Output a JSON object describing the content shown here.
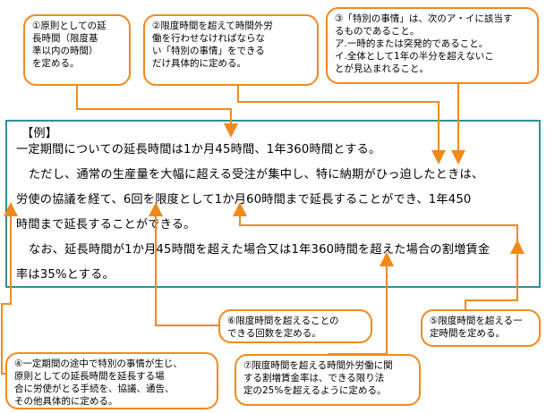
{
  "callouts": {
    "c1": "①原則としての延\n長時間（限度基\n準以内の時間）\nを定める。",
    "c2": "②限度時間を超えて時間外労\n働を行わせなければならな\nい「特別の事情」をできる\nだけ具体的に定める。",
    "c3": "③「特別の事情」は、次のア・イに該当す\nるものであること。\nア.一時的または突発的であること。\nイ.全体として1年の半分を超えないこ\nとが見込まれること。",
    "c4": "④一定期間の途中で特別の事情が生じ、\n原則としての延長時間を延長する場\n合に労使がとる手続を、協議、通告、\nその他具体的に定める。",
    "c5": "⑤限度時間を超える一\n定時間を定める。",
    "c6": "⑥限度時間を超えることの\nできる回数を定める。",
    "c7": "⑦限度時間を超える時間外労働に関\nする割増賃金率は、できる限り法\n定の25%を超えるように定める。"
  },
  "example": {
    "title": "【例】",
    "line1": "一定期間についての延長時間は1か月45時間、1年360時間とする。",
    "line2": "ただし、通常の生産量を大幅に超える受注が集中し、特に納期がひっ迫したときは、",
    "line3": "労使の協議を経て、6回を限度として1か月60時間まで延長することができ、1年450",
    "line4": "時間まで延長することができる。",
    "line5": "なお、延長時間が1か月45時間を超えた場合又は1年360時間を超えた場合の割増賃金",
    "line6": "率は35%とする。"
  },
  "colors": {
    "callout_border": "#f08a1c",
    "arrow": "#f08a1c",
    "example_border": "#2e8f97"
  }
}
